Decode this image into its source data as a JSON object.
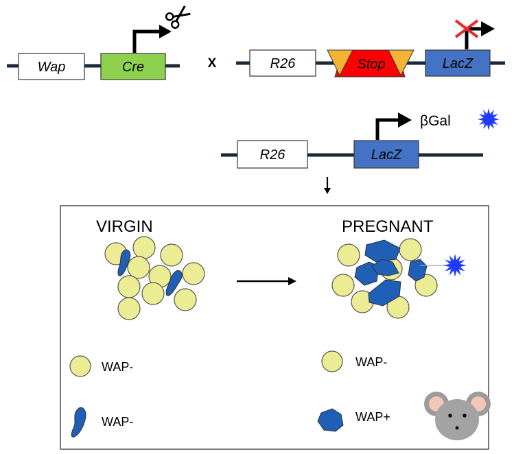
{
  "colors": {
    "dna_line": "#1b2a3a",
    "cre_fill": "#8ed14f",
    "lacz_fill": "#4472c4",
    "stop_fill": "#ff0000",
    "loxp_fill": "#f5b335",
    "wap_neg_cell": "#ecec94",
    "wap_pos_cell": "#1f5fb5",
    "bgal_star": "#1e3cff",
    "cross_red": "#e8282c"
  },
  "construct_top": {
    "wap_label": "Wap",
    "cre_label": "Cre",
    "cross_symbol": "X",
    "r26_label": "R26",
    "stop_label": "Stop",
    "lacz_label": "LacZ",
    "scissors_icon": "scissors-icon"
  },
  "construct_bottom": {
    "r26_label": "R26",
    "lacz_label": "LacZ",
    "product_label": "βGal",
    "star_icon": "starburst-icon"
  },
  "panel": {
    "virgin_title": "VIRGIN",
    "pregnant_title": "PREGNANT",
    "legend_left": [
      {
        "shape": "round-cell",
        "label": "WAP-"
      },
      {
        "shape": "elongated-cell",
        "label": "WAP-"
      }
    ],
    "legend_right": [
      {
        "shape": "round-cell",
        "label": "WAP-"
      },
      {
        "shape": "blue-cell",
        "label": "WAP+"
      }
    ],
    "mouse_icon": "mouse-icon"
  }
}
